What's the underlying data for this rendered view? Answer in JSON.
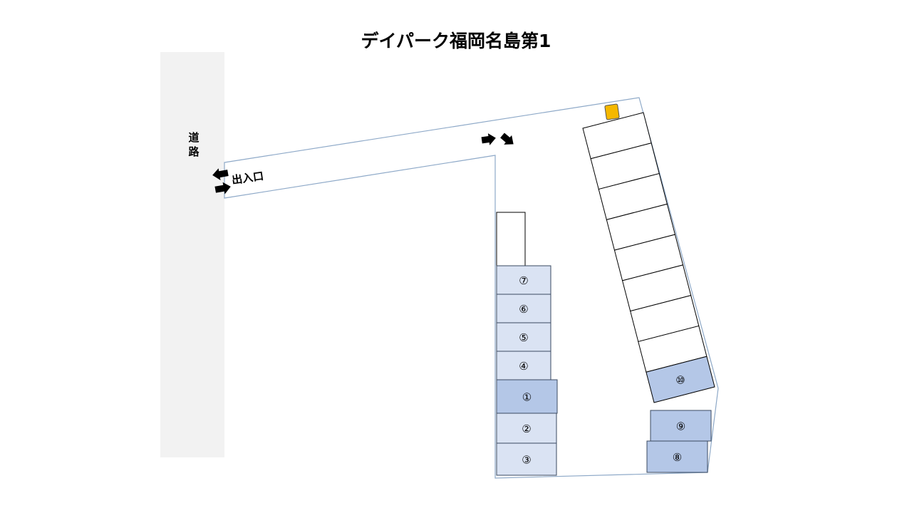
{
  "title": "デイパーク福岡名島第1",
  "road_label": [
    "道",
    "路"
  ],
  "entrance_label": "出入口",
  "colors": {
    "road": "#f2f2f2",
    "outline": "#8ea9c8",
    "slot_light": "#dae3f3",
    "slot_dark": "#b4c7e7",
    "pay_machine": "#f5b800"
  },
  "left_column_slots": [
    "⑦",
    "⑥",
    "⑤",
    "④",
    "①",
    "②",
    "③"
  ],
  "right_bottom_slots": [
    "⑨",
    "⑧"
  ],
  "right_column_slot": "⑩",
  "icons": [
    "arrow-left-icon",
    "arrow-right-icon",
    "arrow-down-right-icon",
    "pay-machine-icon"
  ]
}
